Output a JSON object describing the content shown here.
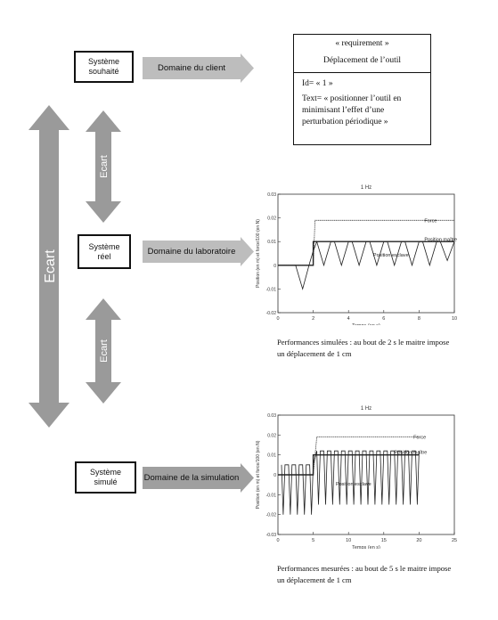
{
  "systems": {
    "souhaite": "Système\nsouhaité",
    "reel": "Système\nréel",
    "simule": "Système\nsimulé"
  },
  "domains": {
    "client": "Domaine du client",
    "laboratoire": "Domaine du laboratoire",
    "simulation": "Domaine de la simulation"
  },
  "gaps": {
    "main": "Ecart",
    "upper": "Ecart",
    "lower": "Ecart"
  },
  "requirement": {
    "stereotype": "« requirement »",
    "name": "Déplacement de l’outil",
    "id": "Id= « 1 »",
    "text": "Text= « positionner l’outil en minimisant l’effet d’une perturbation périodique »"
  },
  "captions": {
    "chart1": "Performances simulées : au bout de 2 s le maitre impose un déplacement de 1 cm",
    "chart2": "Performances mesurées : au bout de 5 s le maitre impose un déplacement de 1 cm"
  },
  "colors": {
    "arrow_gray": "#9a9a9a",
    "arrow_light": "#bdbdbd"
  },
  "chart_data": [
    {
      "type": "line",
      "title": "1 Hz",
      "xlabel": "Temps (en s)",
      "ylabel": "Position (en m) et force/100 (en N)",
      "xlim": [
        0,
        10
      ],
      "ylim": [
        -0.02,
        0.03
      ],
      "x_ticks": [
        0,
        2,
        4,
        6,
        8,
        10
      ],
      "y_ticks": [
        -0.02,
        -0.01,
        0,
        0.01,
        0.02,
        0.03
      ],
      "x_tick_labels": [
        "0",
        "2",
        "4",
        "6",
        "8",
        "10"
      ],
      "y_tick_labels": [
        "-0.02",
        "-0.01",
        "0",
        "0.01",
        "0.02",
        "0.03"
      ],
      "annotations": [
        "Force",
        "Position maître",
        "Position esclave"
      ],
      "series": [
        {
          "name": "Force",
          "x": [
            0,
            2,
            2.1,
            10
          ],
          "y": [
            0,
            0,
            0.019,
            0.019
          ]
        },
        {
          "name": "Position maître",
          "x": [
            0,
            2,
            2,
            10
          ],
          "y": [
            0,
            0,
            0.01,
            0.01
          ]
        },
        {
          "name": "Position esclave",
          "x": [
            0,
            1,
            1.4,
            1.8,
            2,
            2.2,
            2.6,
            3,
            3.2,
            3.6,
            4,
            4.2,
            4.6,
            5,
            5.2,
            5.6,
            6,
            6.2,
            6.6,
            7,
            7.2,
            7.6,
            8,
            8.2,
            8.6,
            9,
            9.2,
            9.6,
            10
          ],
          "y": [
            0,
            0,
            -0.01,
            0.001,
            0.006,
            0.01,
            0,
            0.01,
            0.01,
            0,
            0.01,
            0.01,
            0,
            0.01,
            0.01,
            0,
            0.01,
            0.01,
            0,
            0.01,
            0.01,
            0,
            0.01,
            0.01,
            0,
            0.01,
            0.01,
            0.002,
            0.01
          ]
        }
      ]
    },
    {
      "type": "line",
      "title": "1 Hz",
      "xlabel": "Temps (en s)",
      "ylabel": "Position (en m) et force/100 (en N)",
      "xlim": [
        0,
        25
      ],
      "ylim": [
        -0.03,
        0.03
      ],
      "x_ticks": [
        0,
        5,
        10,
        15,
        20,
        25
      ],
      "y_ticks": [
        -0.03,
        -0.02,
        -0.01,
        0,
        0.01,
        0.02,
        0.03
      ],
      "x_tick_labels": [
        "0",
        "5",
        "10",
        "15",
        "20",
        "25"
      ],
      "y_tick_labels": [
        "-0.03",
        "-0.02",
        "-0.01",
        "0",
        "0.01",
        "0.02",
        "0.03"
      ],
      "annotations": [
        "Force",
        "Position maître",
        "Position esclave"
      ],
      "series": [
        {
          "name": "Force",
          "x": [
            0,
            5,
            5.5,
            20
          ],
          "y": [
            0,
            0,
            0.019,
            0.019
          ]
        },
        {
          "name": "Position maître",
          "x": [
            0,
            5,
            5,
            20
          ],
          "y": [
            0,
            0,
            0.01,
            0.01
          ]
        },
        {
          "name": "Position esclave",
          "period": 1,
          "x_start": 0.5,
          "x_end": 20,
          "step_at": 5,
          "pre_high": 0.005,
          "pre_low": -0.02,
          "post_high": 0.012,
          "post_low": -0.015
        }
      ]
    }
  ]
}
